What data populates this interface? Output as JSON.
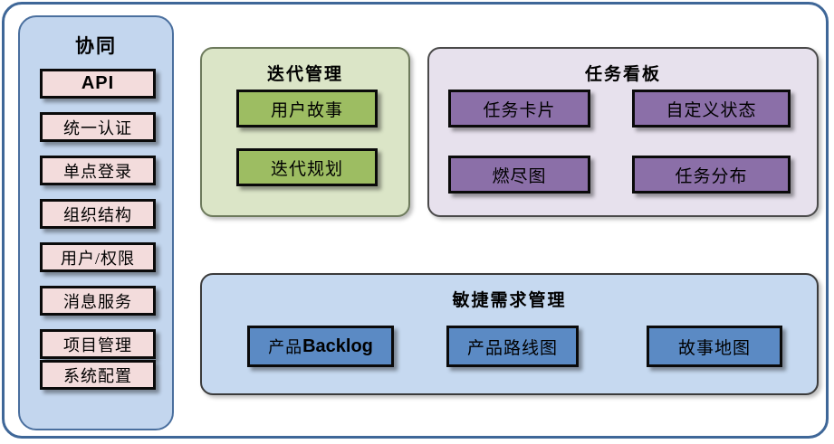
{
  "diagram": {
    "title_sidebar": "协同",
    "sidebar": {
      "items": [
        {
          "label": "API",
          "latin": true
        },
        {
          "label": "统一认证",
          "latin": false
        },
        {
          "label": "单点登录",
          "latin": false
        },
        {
          "label": "组织结构",
          "latin": false
        },
        {
          "label": "用户/权限",
          "latin": false
        },
        {
          "label": "消息服务",
          "latin": false
        },
        {
          "label": "项目管理",
          "latin": false
        },
        {
          "label": "系统配置",
          "latin": false
        }
      ]
    },
    "iteration": {
      "title": "迭代管理",
      "items": [
        {
          "label": "用户故事"
        },
        {
          "label": "迭代规划"
        }
      ]
    },
    "taskboard": {
      "title": "任务看板",
      "items": [
        {
          "label": "任务卡片"
        },
        {
          "label": "自定义状态"
        },
        {
          "label": "燃尽图"
        },
        {
          "label": "任务分布"
        }
      ]
    },
    "agile": {
      "title": "敏捷需求管理",
      "items": [
        {
          "label_cjk": "产品",
          "label_latin": "Backlog"
        },
        {
          "label": "产品路线图"
        },
        {
          "label": "故事地图"
        }
      ]
    },
    "colors": {
      "frame_border": "#3f6798",
      "sidebar_bg": "#c3d6ee",
      "sidebar_item_bg": "#f3dcdc",
      "iteration_panel_bg": "#dbe5c7",
      "iteration_item_bg": "#9dbd62",
      "taskboard_panel_bg": "#e7e1ed",
      "taskboard_item_bg": "#8b6fa8",
      "agile_panel_bg": "#c6d9f0",
      "agile_item_bg": "#5b8ac4",
      "node_border": "#0a0a0a"
    }
  }
}
